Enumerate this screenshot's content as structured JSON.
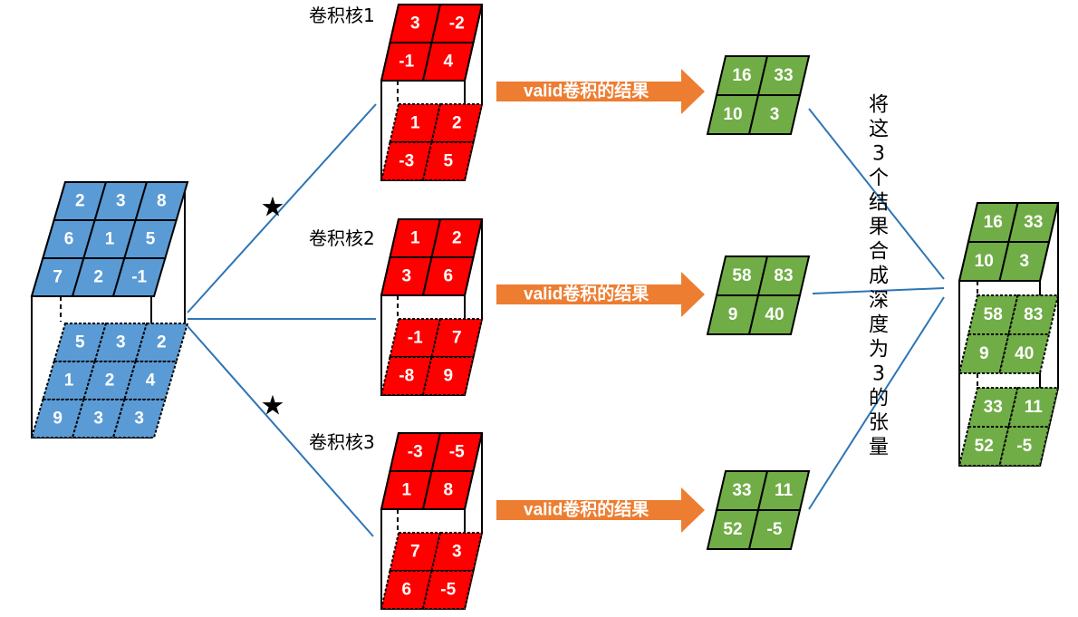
{
  "colors": {
    "input": "#5b9bd5",
    "kernel": "#ff0000",
    "result": "#70ad47",
    "arrow": "#ed7d31",
    "line": "#2e75b6"
  },
  "input_tensor": {
    "front": [
      [
        "2",
        "3",
        "8"
      ],
      [
        "6",
        "1",
        "5"
      ],
      [
        "7",
        "2",
        "-1"
      ]
    ],
    "back": [
      [
        "5",
        "3",
        "2"
      ],
      [
        "1",
        "2",
        "4"
      ],
      [
        "9",
        "3",
        "3"
      ]
    ]
  },
  "operator_symbol": "★",
  "kernels": [
    {
      "label": "卷积核1",
      "front": [
        [
          "3",
          "-2"
        ],
        [
          "-1",
          "4"
        ]
      ],
      "back": [
        [
          "1",
          "2"
        ],
        [
          "-3",
          "5"
        ]
      ]
    },
    {
      "label": "卷积核2",
      "front": [
        [
          "1",
          "2"
        ],
        [
          "3",
          "6"
        ]
      ],
      "back": [
        [
          "-1",
          "7"
        ],
        [
          "-8",
          "9"
        ]
      ]
    },
    {
      "label": "卷积核3",
      "front": [
        [
          "-3",
          "-5"
        ],
        [
          "1",
          "8"
        ]
      ],
      "back": [
        [
          "7",
          "3"
        ],
        [
          "6",
          "-5"
        ]
      ]
    }
  ],
  "arrow_label": "valid卷积的结果",
  "results": [
    [
      [
        "16",
        "33"
      ],
      [
        "10",
        "3"
      ]
    ],
    [
      [
        "58",
        "83"
      ],
      [
        "9",
        "40"
      ]
    ],
    [
      [
        "33",
        "11"
      ],
      [
        "52",
        "-5"
      ]
    ]
  ],
  "note_text": "将这3个结果合成深度为3的张量",
  "output_tensor": [
    [
      [
        "16",
        "33"
      ],
      [
        "10",
        "3"
      ]
    ],
    [
      [
        "58",
        "83"
      ],
      [
        "9",
        "40"
      ]
    ],
    [
      [
        "33",
        "11"
      ],
      [
        "52",
        "-5"
      ]
    ]
  ]
}
